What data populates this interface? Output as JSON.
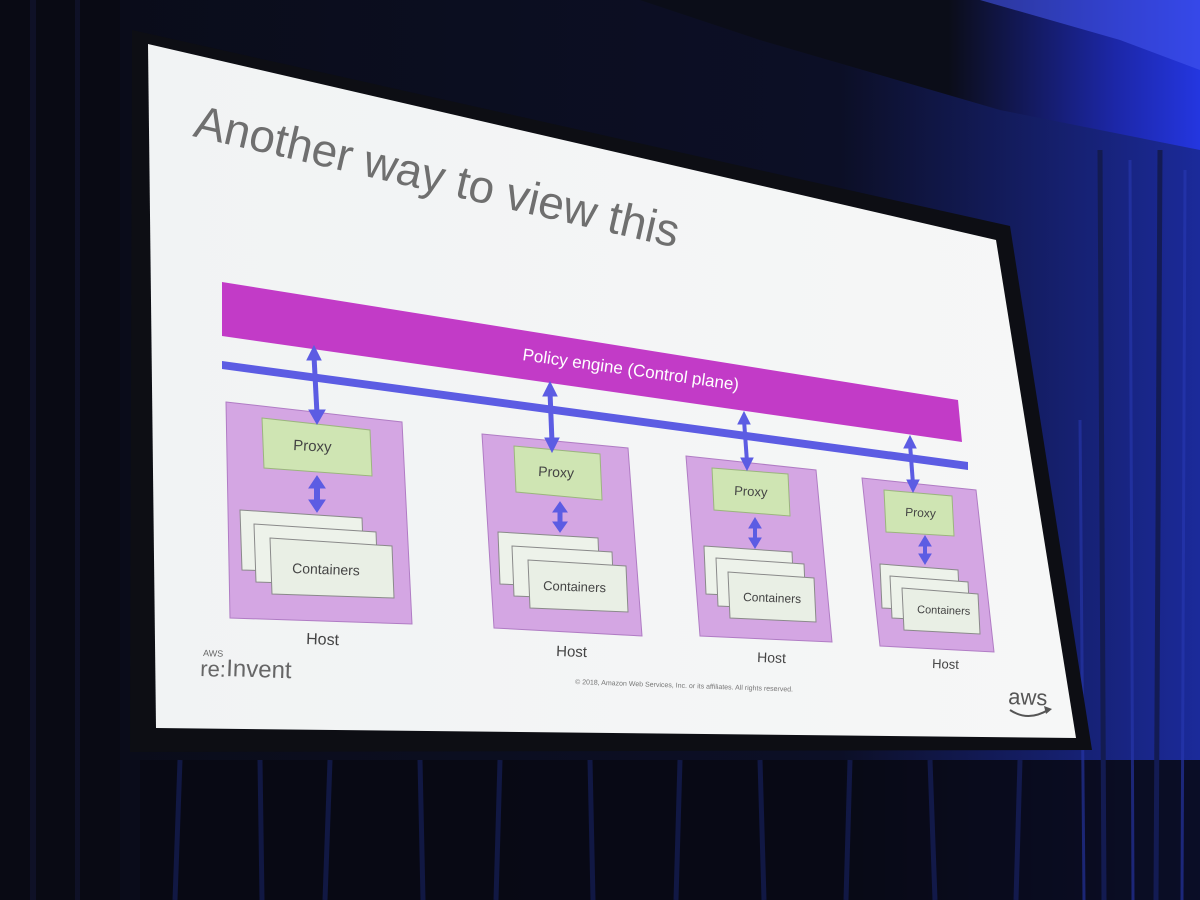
{
  "slide": {
    "title": "Another way to view this",
    "control_plane_label": "Policy engine (Control plane)",
    "hosts": [
      {
        "proxy": "Proxy",
        "containers": "Containers",
        "host": "Host"
      },
      {
        "proxy": "Proxy",
        "containers": "Containers",
        "host": "Host"
      },
      {
        "proxy": "Proxy",
        "containers": "Containers",
        "host": "Host"
      },
      {
        "proxy": "Proxy",
        "containers": "Containers",
        "host": "Host"
      }
    ],
    "event_logo_small": "AWS",
    "event_logo_re": "re:",
    "event_logo_invent": "Invent",
    "copyright": "© 2018, Amazon Web Services, Inc. or its affiliates. All rights reserved.",
    "aws_logo": "aws"
  },
  "colors": {
    "room": "#07080f",
    "slide_bg": "#f4f6f6",
    "policy_bar": "#c23bc7",
    "mesh_line": "#5c5ce3",
    "host_fill": "#d4a6e3",
    "proxy_fill": "#cfe5b3",
    "container_fill": "#e9efe5",
    "curtain_blue": "#2b3cb8"
  }
}
